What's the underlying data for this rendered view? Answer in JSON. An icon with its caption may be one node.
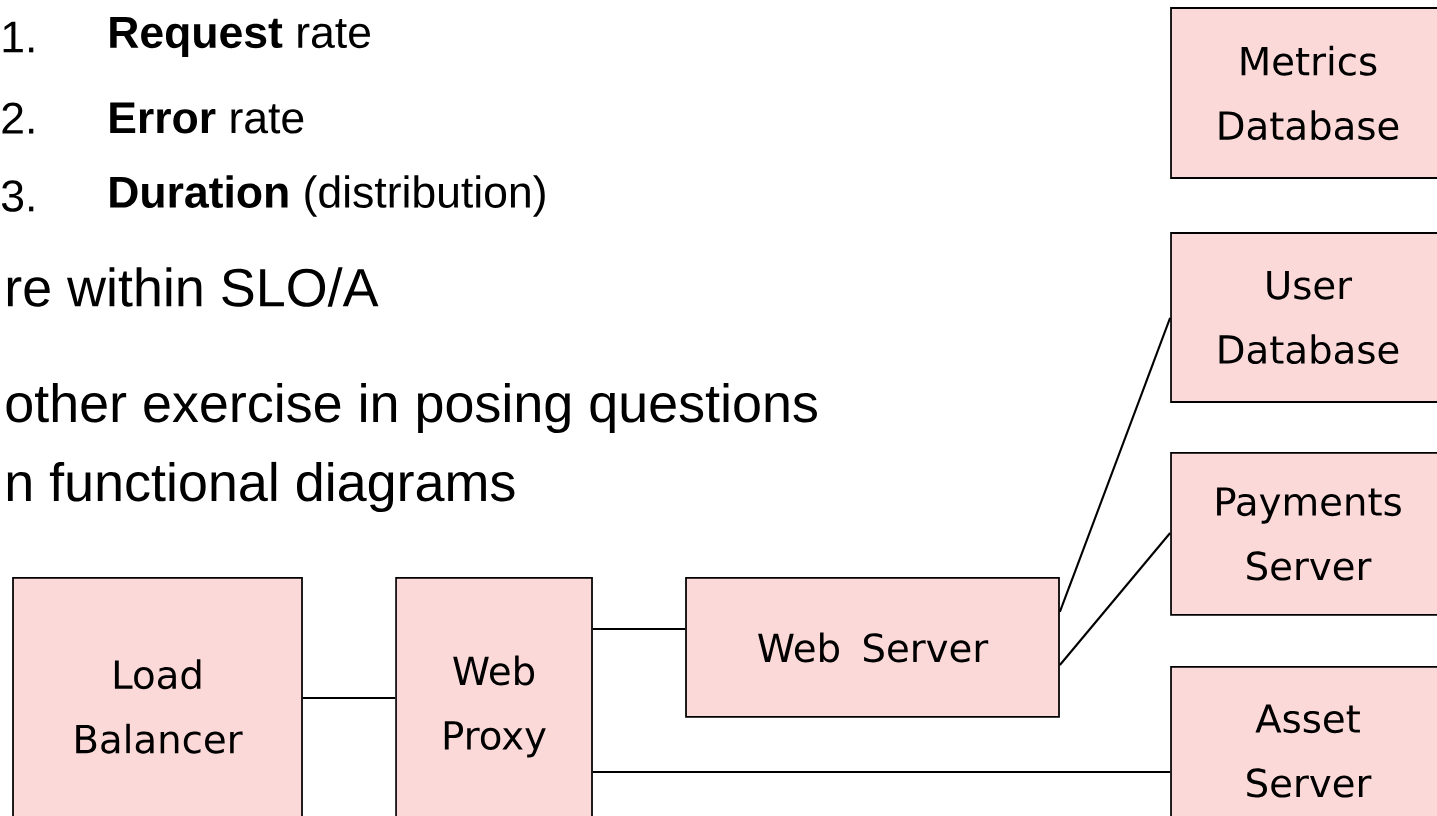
{
  "diagram": {
    "nodes": [
      {
        "text": [
          "Load Balancer"
        ]
      },
      {
        "text": [
          "Web Proxy"
        ]
      },
      {
        "text": [
          "Web Server"
        ]
      },
      {
        "text": [
          "Metrics Database"
        ]
      },
      {
        "text": [
          "User Database"
        ]
      },
      {
        "text": [
          "Payments Server"
        ]
      },
      {
        "text": [
          "Asset Server"
        ]
      }
    ],
    "edges": [
      {
        "from": 0,
        "to": 1,
        "arrow": "none"
      },
      {
        "from": 1,
        "to": 2,
        "arrow": "none"
      },
      {
        "from": 2,
        "to": 4,
        "arrow": "none"
      },
      {
        "from": 2,
        "to": 5,
        "arrow": "none"
      },
      {
        "from": 1,
        "to": 6,
        "arrow": "none"
      }
    ],
    "labels": [
      "1.",
      "**Request** rate",
      "2.",
      "**Error** rate",
      "3.",
      "**Duration** (distribution)",
      "re within SLO/A",
      "other exercise in posing questions",
      "n functional diagrams"
    ]
  }
}
